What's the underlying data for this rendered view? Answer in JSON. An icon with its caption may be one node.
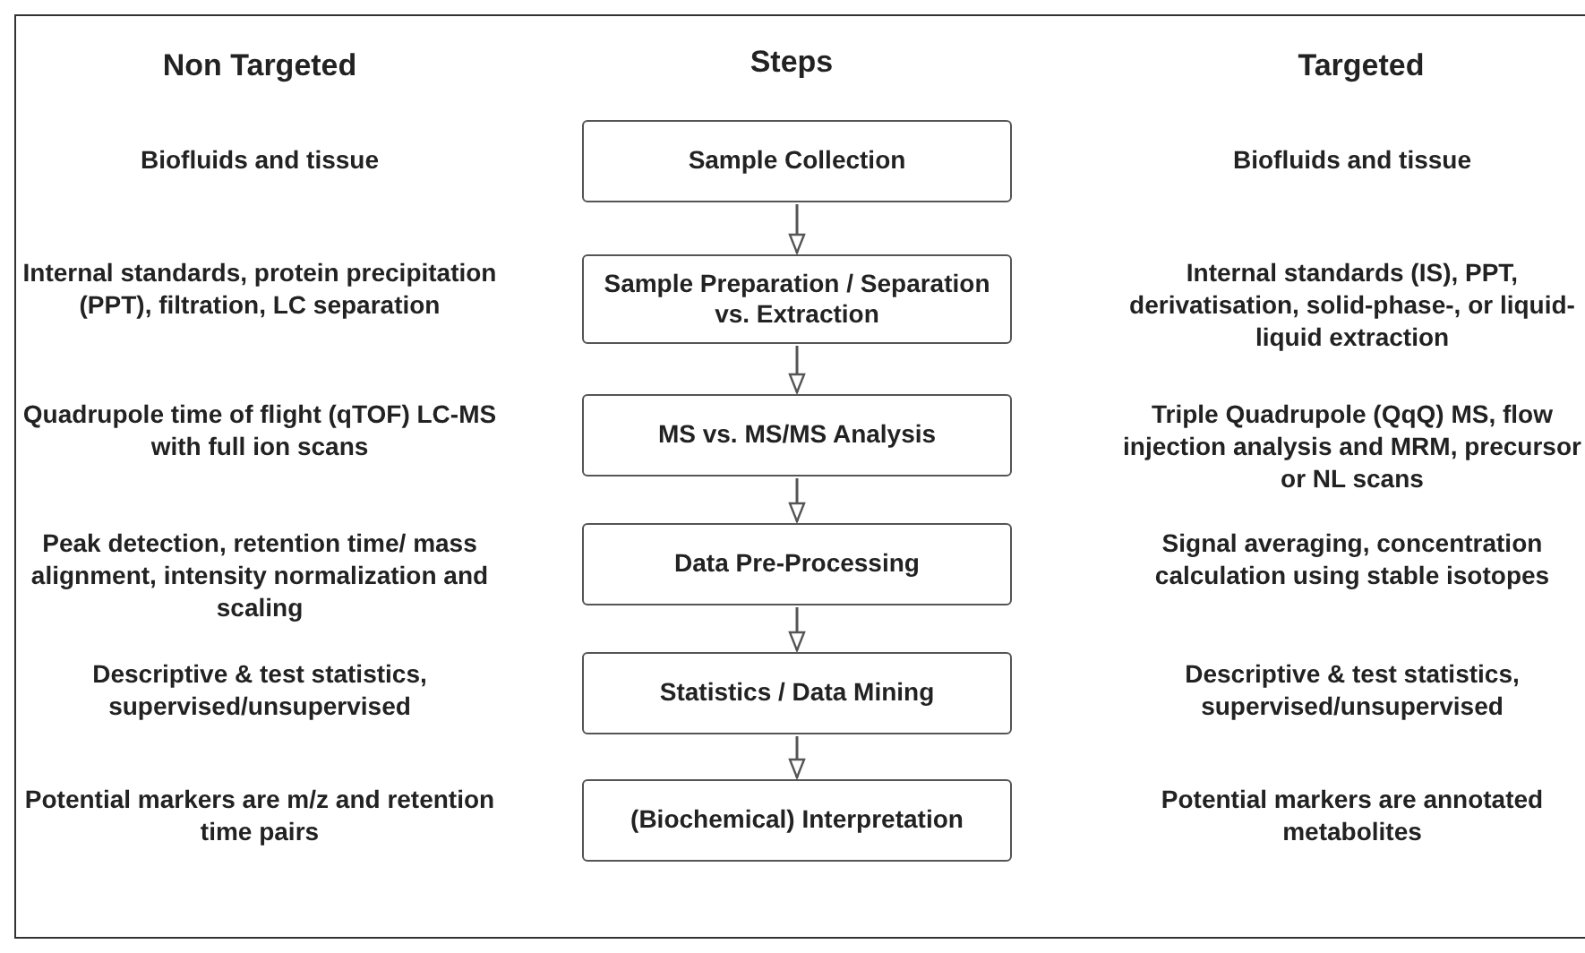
{
  "diagram": {
    "nodes": [
      {
        "text": [
          "Sample Collection"
        ]
      },
      {
        "text": [
          "Sample Preparation / Separation vs. Extraction"
        ]
      },
      {
        "text": [
          "MS vs. MS/MS Analysis"
        ]
      },
      {
        "text": [
          "Data Pre-Processing"
        ]
      },
      {
        "text": [
          "Statistics / Data Mining"
        ]
      },
      {
        "text": [
          "(Biochemical) Interpretation"
        ]
      }
    ],
    "edges": [
      {
        "from": 0,
        "to": 1,
        "arrow": "to"
      },
      {
        "from": 1,
        "to": 2,
        "arrow": "to"
      },
      {
        "from": 2,
        "to": 3,
        "arrow": "to"
      },
      {
        "from": 3,
        "to": 4,
        "arrow": "to"
      },
      {
        "from": 4,
        "to": 5,
        "arrow": "to"
      }
    ],
    "labels": [
      "Non Targeted",
      "Steps",
      "Targeted",
      "Biofluids and tissue",
      "Biofluids and tissue",
      "Internal standards, protein precipitation (PPT), filtration, LC separation",
      "Internal standards (IS), PPT, derivatisation, solid-phase-, or liquid-liquid extraction",
      "Quadrupole time of flight (qTOF) LC-MS with full ion scans",
      "Triple Quadrupole (QqQ) MS, flow injection analysis and MRM, precursor or NL scans",
      "Peak detection, retention time/ mass alignment, intensity normalization and scaling",
      "Signal averaging, concentration calculation using stable isotopes",
      "Descriptive & test statistics, supervised/unsupervised",
      "Descriptive & test statistics, supervised/unsupervised",
      "Potential markers are m/z and retention time pairs",
      "Potential markers are annotated metabolites"
    ]
  }
}
